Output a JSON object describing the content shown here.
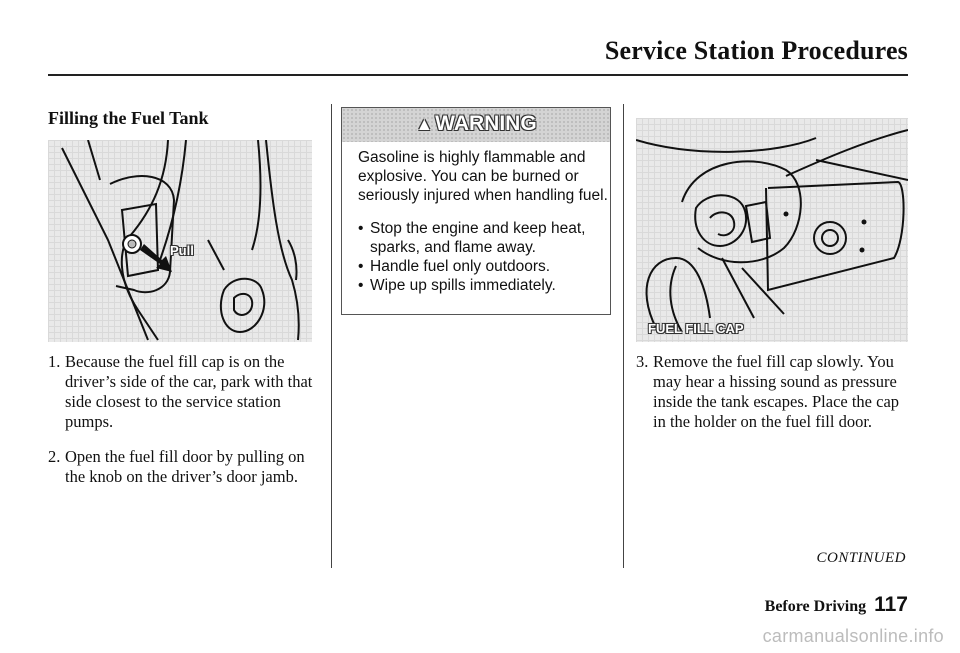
{
  "header": {
    "title": "Service Station Procedures"
  },
  "section": {
    "title": "Filling the Fuel Tank"
  },
  "figures": {
    "door_knob_label": "Pull",
    "fill_cap_label": "FUEL FILL CAP"
  },
  "steps": [
    {
      "num": "1.",
      "text": "Because the fuel fill cap is on the driver’s side of the car, park with that side closest to the service station pumps."
    },
    {
      "num": "2.",
      "text": "Open the fuel fill door by pulling on the knob on the driver’s door jamb."
    },
    {
      "num": "3.",
      "text": "Remove the fuel fill cap slowly. You may hear a hissing sound as pressure inside the tank escapes. Place the cap in the holder on the fuel fill door."
    }
  ],
  "warning": {
    "heading": "WARNING",
    "intro": "Gasoline is highly flammable and explosive. You can be burned or seriously injured when handling fuel.",
    "bullets": [
      "Stop the engine and keep heat, sparks, and flame away.",
      "Handle fuel only outdoors.",
      "Wipe up spills immediately."
    ]
  },
  "continued": "CONTINUED",
  "footer": {
    "section": "Before Driving",
    "page": "117"
  },
  "watermark": "carmanualsonline.info"
}
